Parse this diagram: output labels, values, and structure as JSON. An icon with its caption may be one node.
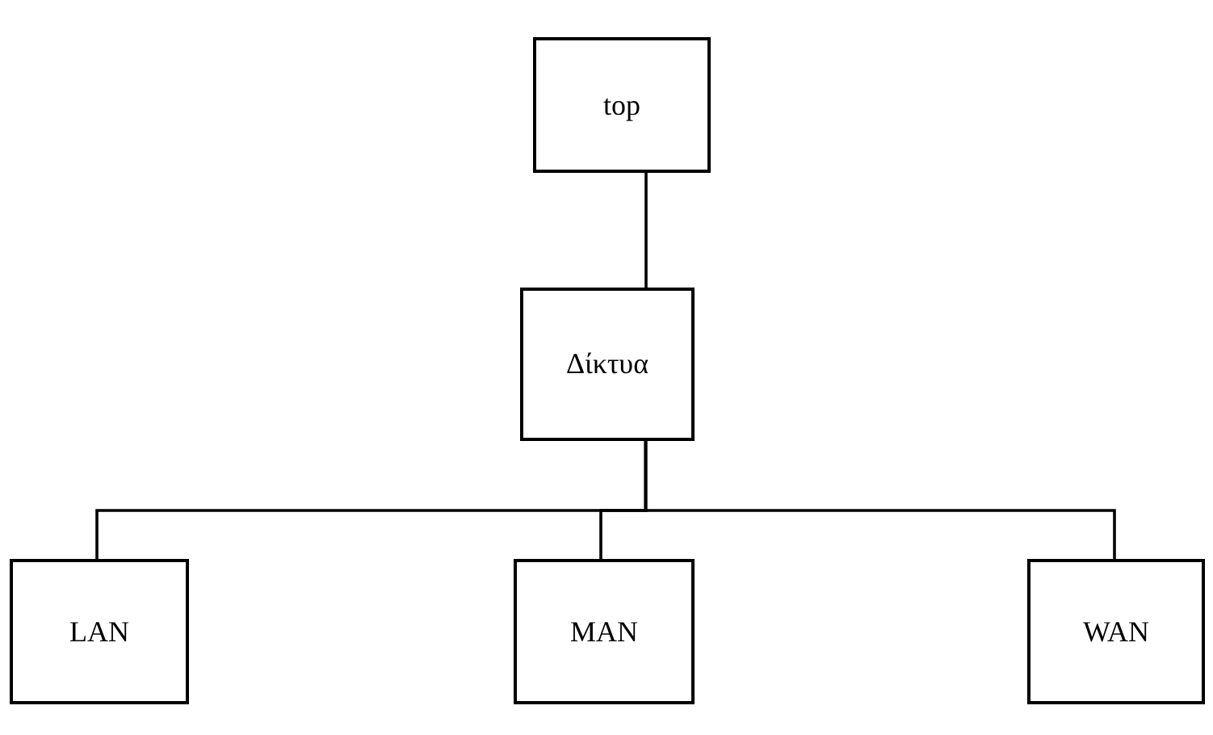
{
  "diagram": {
    "nodes": [
      {
        "text": [
          "top"
        ]
      },
      {
        "text": [
          "Δίκτυα"
        ]
      },
      {
        "text": [
          "LAN"
        ]
      },
      {
        "text": [
          "MAN"
        ]
      },
      {
        "text": [
          "WAN"
        ]
      }
    ],
    "edges": [
      {
        "from": 0,
        "to": 1,
        "arrow": "none"
      },
      {
        "from": 1,
        "to": 2,
        "arrow": "none"
      },
      {
        "from": 1,
        "to": 3,
        "arrow": "none"
      },
      {
        "from": 1,
        "to": 4,
        "arrow": "none"
      }
    ]
  }
}
